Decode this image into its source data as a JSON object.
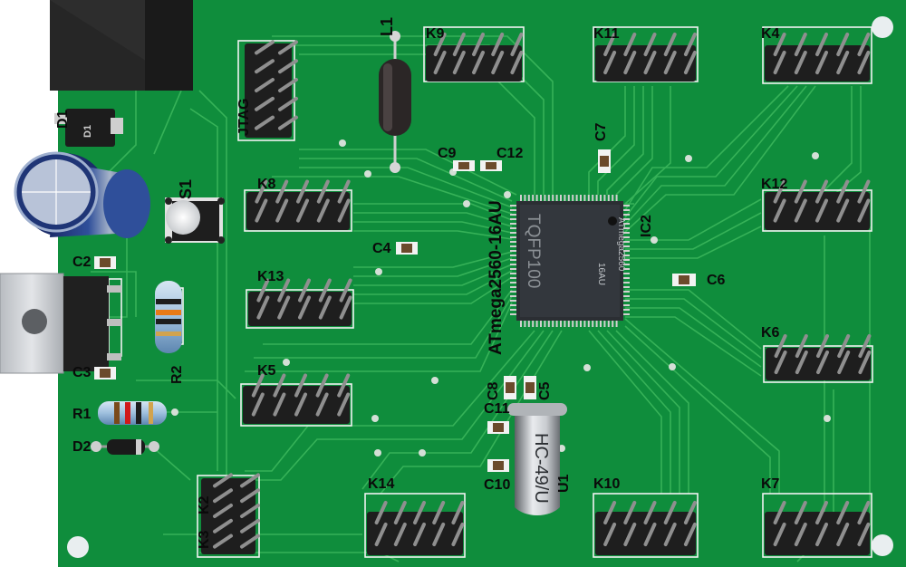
{
  "board": {
    "colors": {
      "background": "#ffffff",
      "pcb": "#0f8d3c",
      "trace": "#39b45a",
      "silk": "#f2f2f2",
      "header": "#1e1e1e",
      "pin": "#8c8c8c",
      "chip": "#2b2e33",
      "pad": "#e8e8e8"
    }
  },
  "labels": {
    "L1": "L1",
    "K9": "K9",
    "K11": "K11",
    "K4": "K4",
    "JTAG": "JTAG",
    "D1": "D1",
    "S1": "S1",
    "K8": "K8",
    "K12": "K12",
    "C7": "C7",
    "C9": "C9",
    "C12": "C12",
    "C4": "C4",
    "C2": "C2",
    "C6": "C6",
    "K13": "K13",
    "K6": "K6",
    "C3": "C3",
    "R2": "R2",
    "K5": "K5",
    "C8": "C8",
    "C5": "C5",
    "C11": "C11",
    "R1": "R1",
    "D2": "D2",
    "K2": "K2",
    "K3": "K3",
    "K14": "K14",
    "C10": "C10",
    "K10": "K10",
    "K7": "K7",
    "U1": "U1",
    "IC2": "IC2",
    "mcu_name": "ATmega2560-16AU",
    "package_name": "TQFP100",
    "chip_mark": "ATmega2560",
    "chip_code": "16AU",
    "crystal": "HC-49/U",
    "d1_mark": "D1"
  }
}
